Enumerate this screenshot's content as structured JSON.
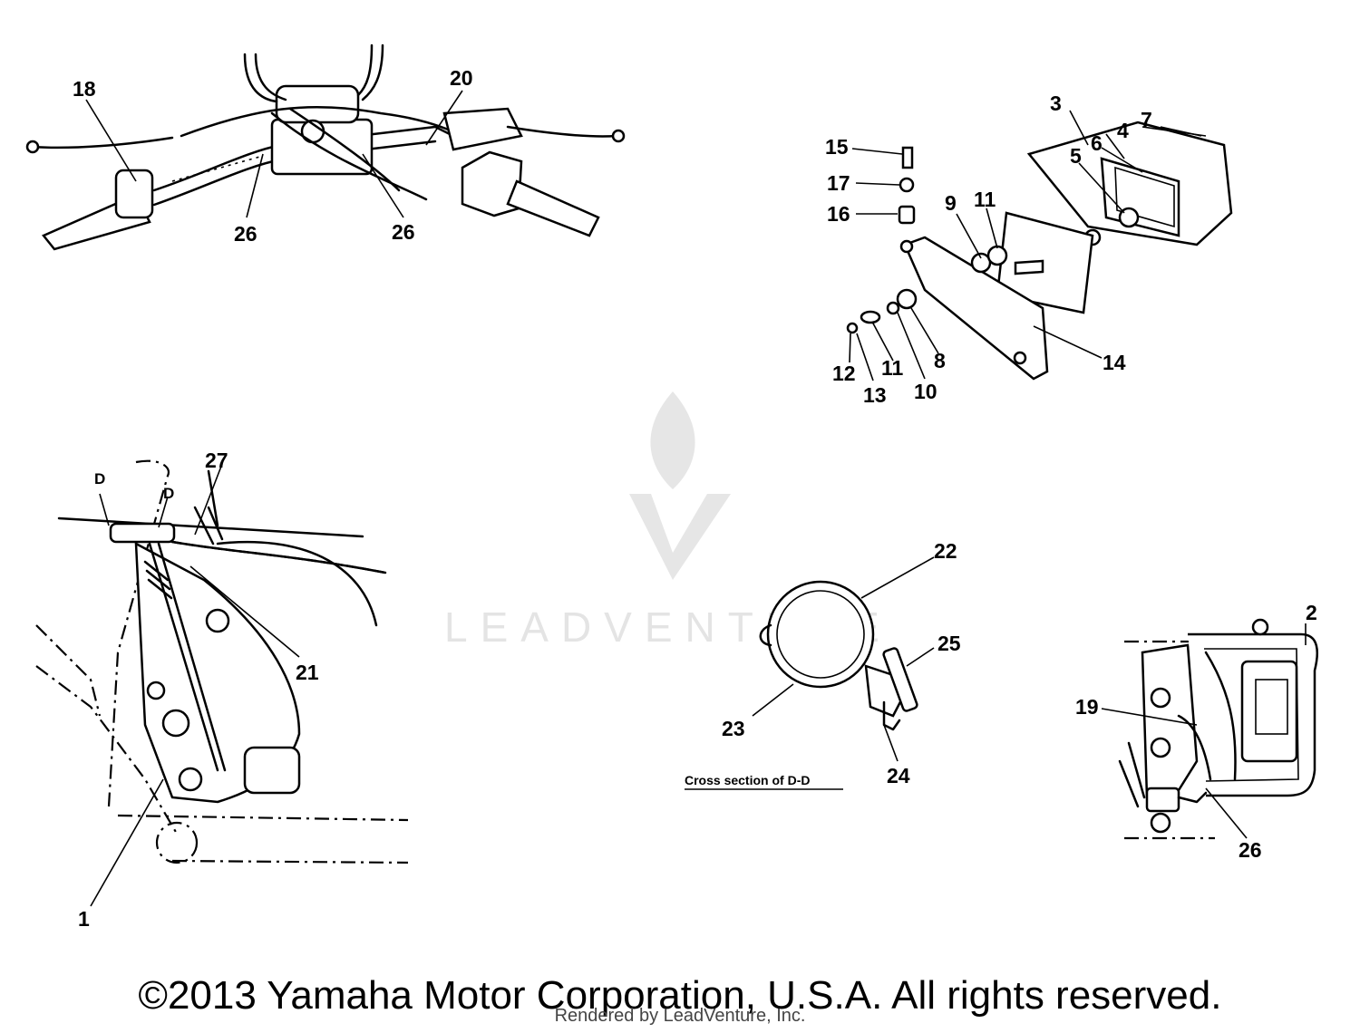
{
  "callouts": {
    "c18": "18",
    "c20": "20",
    "c26a": "26",
    "c26b": "26",
    "c3": "3",
    "c4": "4",
    "c5": "5",
    "c6": "6",
    "c7": "7",
    "c15": "15",
    "c17": "17",
    "c16": "16",
    "c9": "9",
    "c11a": "11",
    "c8": "8",
    "c10": "10",
    "c11b": "11",
    "c12": "12",
    "c13": "13",
    "c14": "14",
    "c27": "27",
    "cDa": "D",
    "cDb": "D",
    "c21": "21",
    "c1": "1",
    "c22": "22",
    "c25": "25",
    "c23": "23",
    "c24": "24",
    "c2": "2",
    "c19": "19",
    "c26c": "26"
  },
  "cross_section_label": "Cross section of D-D",
  "watermark": "LEADVENTURE",
  "copyright": "©2013 Yamaha Motor Corporation, U.S.A. All rights reserved.",
  "rendered_by": "Rendered by LeadVenture, Inc."
}
